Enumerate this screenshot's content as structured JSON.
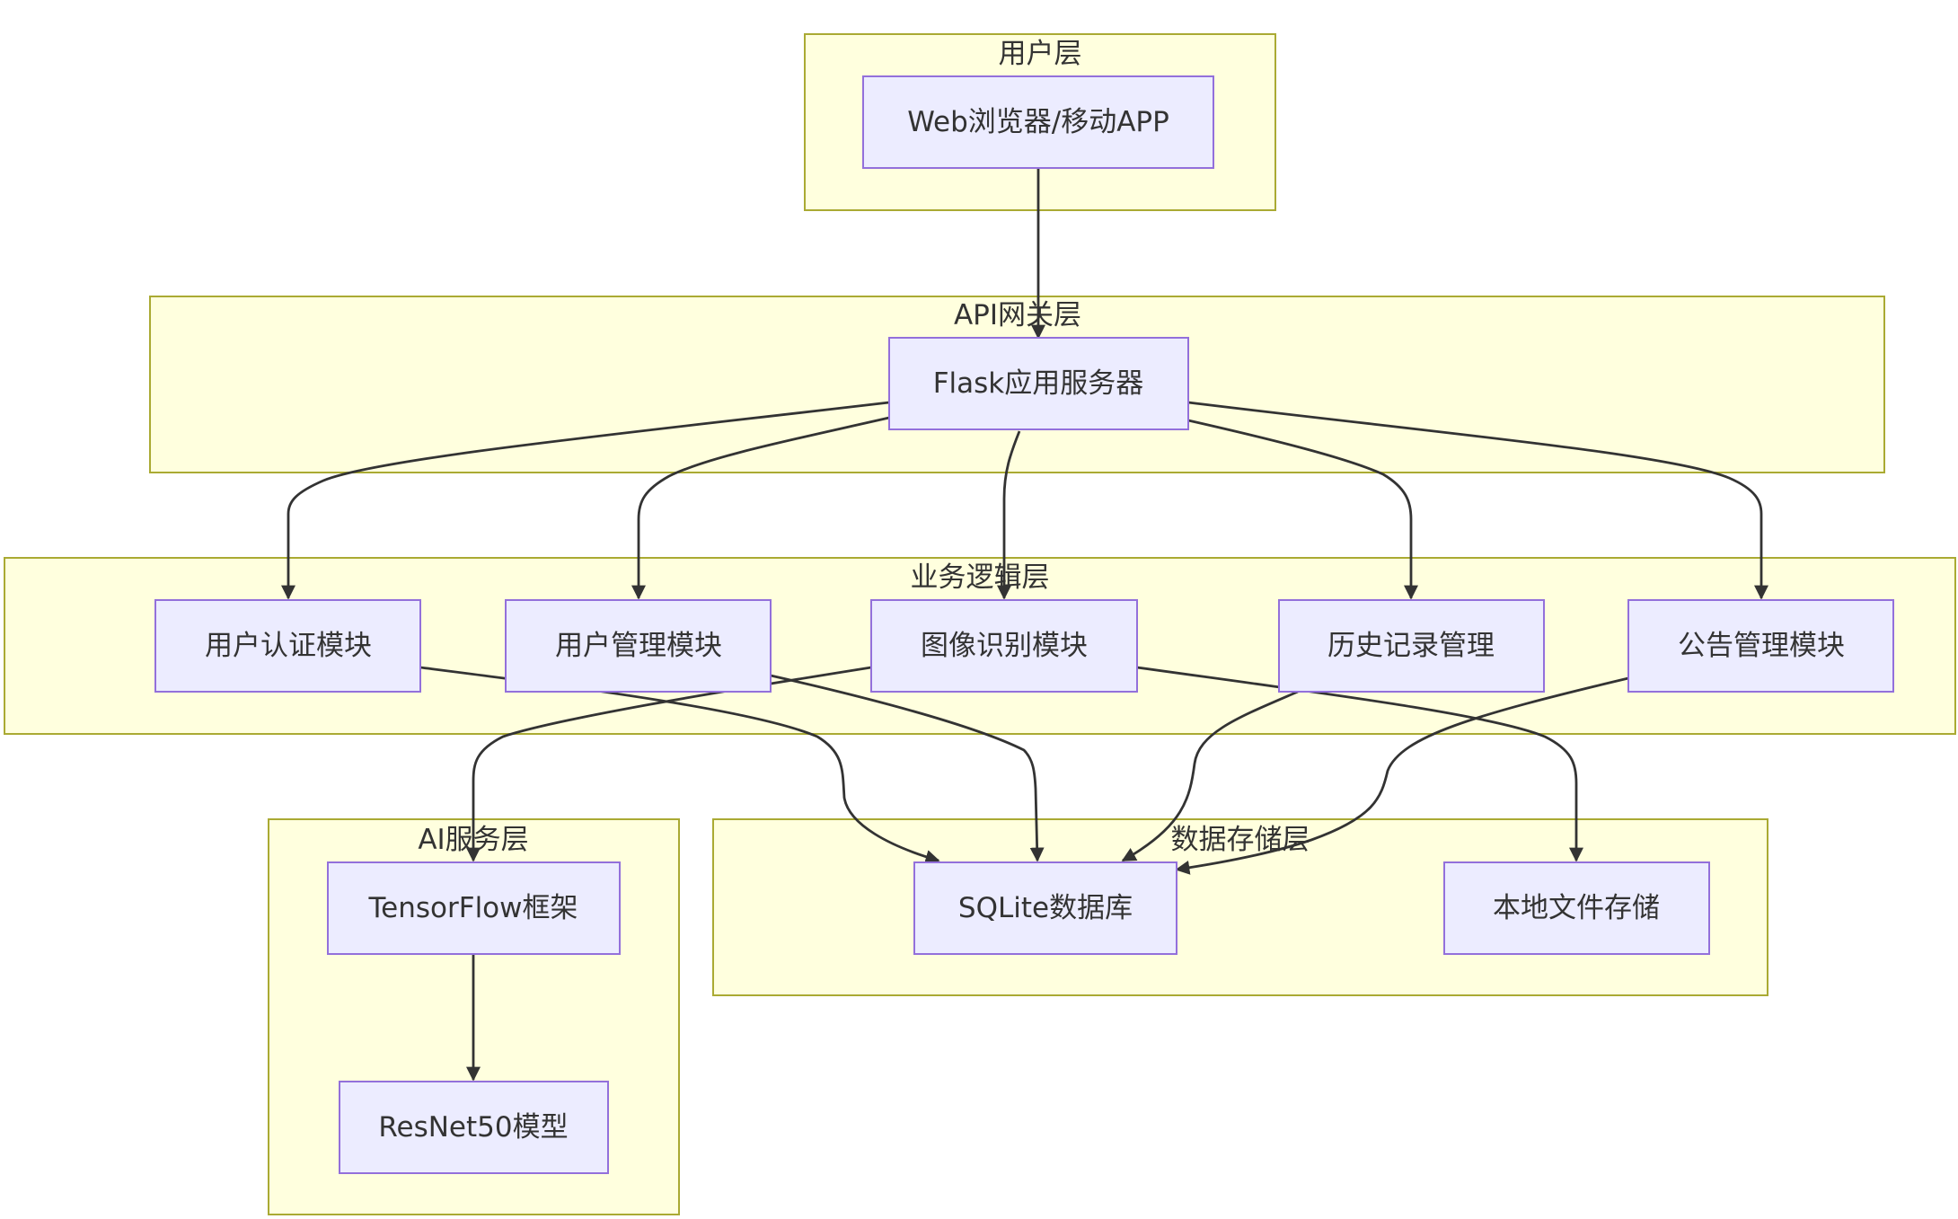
{
  "diagram": {
    "clusters": [
      {
        "id": "user-layer",
        "label": "用户层"
      },
      {
        "id": "api-layer",
        "label": "API网关层"
      },
      {
        "id": "business-layer",
        "label": "业务逻辑层"
      },
      {
        "id": "ai-layer",
        "label": "AI服务层"
      },
      {
        "id": "data-layer",
        "label": "数据存储层"
      }
    ],
    "nodes": [
      {
        "id": "browser",
        "label": "Web浏览器/移动APP"
      },
      {
        "id": "flask",
        "label": "Flask应用服务器"
      },
      {
        "id": "auth",
        "label": "用户认证模块"
      },
      {
        "id": "usermgmt",
        "label": "用户管理模块"
      },
      {
        "id": "imgrec",
        "label": "图像识别模块"
      },
      {
        "id": "history",
        "label": "历史记录管理"
      },
      {
        "id": "notice",
        "label": "公告管理模块"
      },
      {
        "id": "tensorflow",
        "label": "TensorFlow框架"
      },
      {
        "id": "resnet",
        "label": "ResNet50模型"
      },
      {
        "id": "sqlite",
        "label": "SQLite数据库"
      },
      {
        "id": "localfs",
        "label": "本地文件存储"
      }
    ],
    "edges": [
      {
        "from": "browser",
        "to": "flask"
      },
      {
        "from": "flask",
        "to": "auth"
      },
      {
        "from": "flask",
        "to": "usermgmt"
      },
      {
        "from": "flask",
        "to": "imgrec"
      },
      {
        "from": "flask",
        "to": "history"
      },
      {
        "from": "flask",
        "to": "notice"
      },
      {
        "from": "auth",
        "to": "sqlite"
      },
      {
        "from": "usermgmt",
        "to": "sqlite"
      },
      {
        "from": "imgrec",
        "to": "tensorflow"
      },
      {
        "from": "imgrec",
        "to": "localfs"
      },
      {
        "from": "history",
        "to": "sqlite"
      },
      {
        "from": "notice",
        "to": "sqlite"
      },
      {
        "from": "tensorflow",
        "to": "resnet"
      }
    ],
    "colors": {
      "cluster_fill": "#ffffde",
      "cluster_stroke": "#aaaa33",
      "node_fill": "#ececff",
      "node_stroke": "#9370db",
      "edge": "#333333",
      "text": "#333333"
    }
  }
}
